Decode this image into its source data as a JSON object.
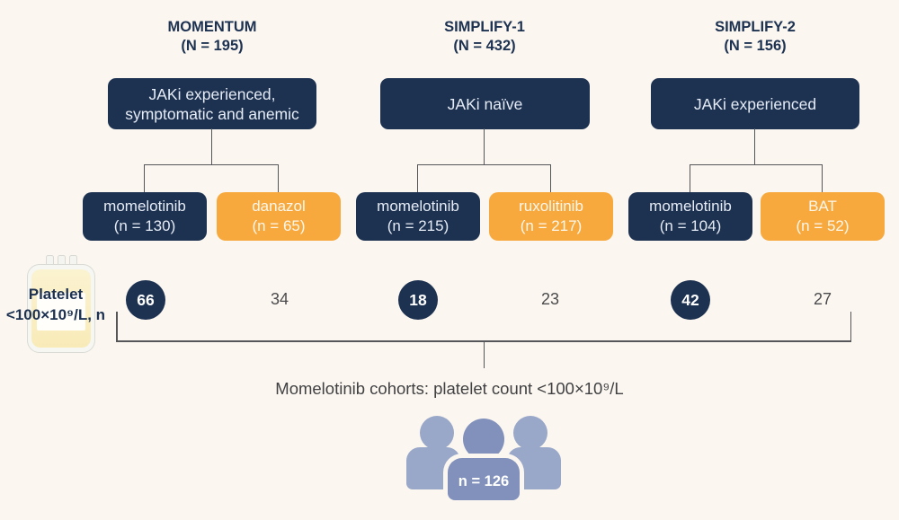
{
  "colors": {
    "background": "#FBF7F0",
    "navy": "#1D3151",
    "orange": "#F7A93E",
    "line": "#55565A",
    "number_plain": "#4B4B4D",
    "caption_text": "#414143",
    "people_side": "#99A7C9",
    "people_center": "#8191BC"
  },
  "trials": [
    {
      "name": "MOMENTUM",
      "n_label": "(N = 195)",
      "population": "JAKi experienced, symptomatic and anemic",
      "arms": [
        {
          "drug": "momelotinib",
          "n_label": "(n = 130)",
          "platelet": "66"
        },
        {
          "drug": "danazol",
          "n_label": "(n = 65)",
          "platelet": "34"
        }
      ]
    },
    {
      "name": "SIMPLIFY-1",
      "n_label": "(N = 432)",
      "population": "JAKi naïve",
      "arms": [
        {
          "drug": "momelotinib",
          "n_label": "(n = 215)",
          "platelet": "18"
        },
        {
          "drug": "ruxolitinib",
          "n_label": "(n = 217)",
          "platelet": "23"
        }
      ]
    },
    {
      "name": "SIMPLIFY-2",
      "n_label": "(N = 156)",
      "population": "JAKi experienced",
      "arms": [
        {
          "drug": "momelotinib",
          "n_label": "(n = 104)",
          "platelet": "42"
        },
        {
          "drug": "BAT",
          "n_label": "(n = 52)",
          "platelet": "27"
        }
      ]
    }
  ],
  "platelet_row": {
    "label_line1": "Platelet",
    "label_line2": "<100×10⁹/L, n",
    "icon": "blood-bag-icon"
  },
  "summary": {
    "caption": "Momelotinib cohorts: platelet count <100×10⁹/L",
    "n_label": "n = 126",
    "icon": "people-group-icon"
  }
}
